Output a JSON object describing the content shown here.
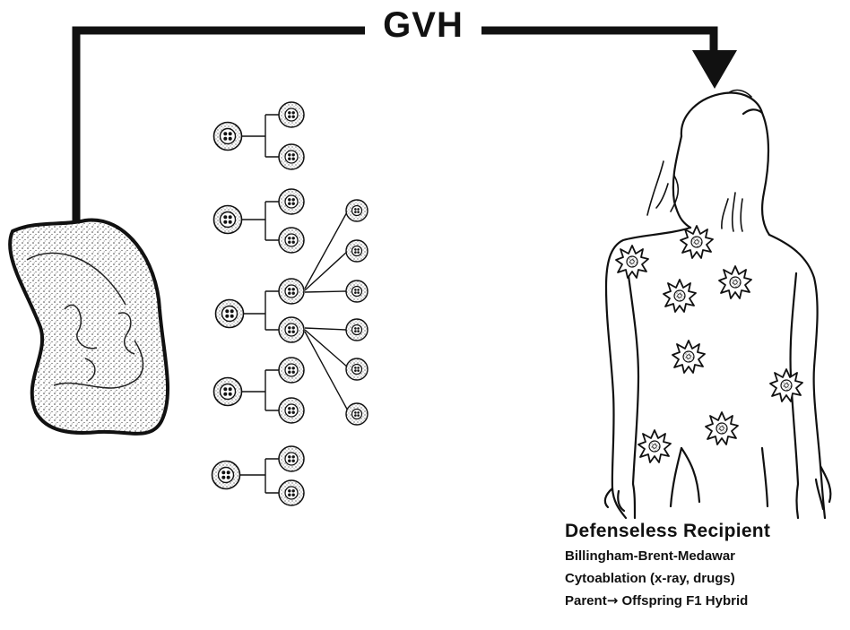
{
  "diagram": {
    "title": "GVH",
    "caption": {
      "heading": "Defenseless Recipient",
      "lines": [
        "Billingham-Brent-Medawar",
        "Cytoablation (x-ray, drugs)"
      ],
      "hybrid_line": {
        "left": "Parent",
        "arrow": "→",
        "right": "Offspring F1 Hybrid"
      }
    },
    "colors": {
      "ink": "#111111",
      "stipple": "#333333",
      "background": "#ffffff"
    },
    "icons": [
      "spleen-icon",
      "lymphocyte-icon",
      "human-torso-icon",
      "lesion-icon",
      "arrow-down-icon"
    ]
  }
}
